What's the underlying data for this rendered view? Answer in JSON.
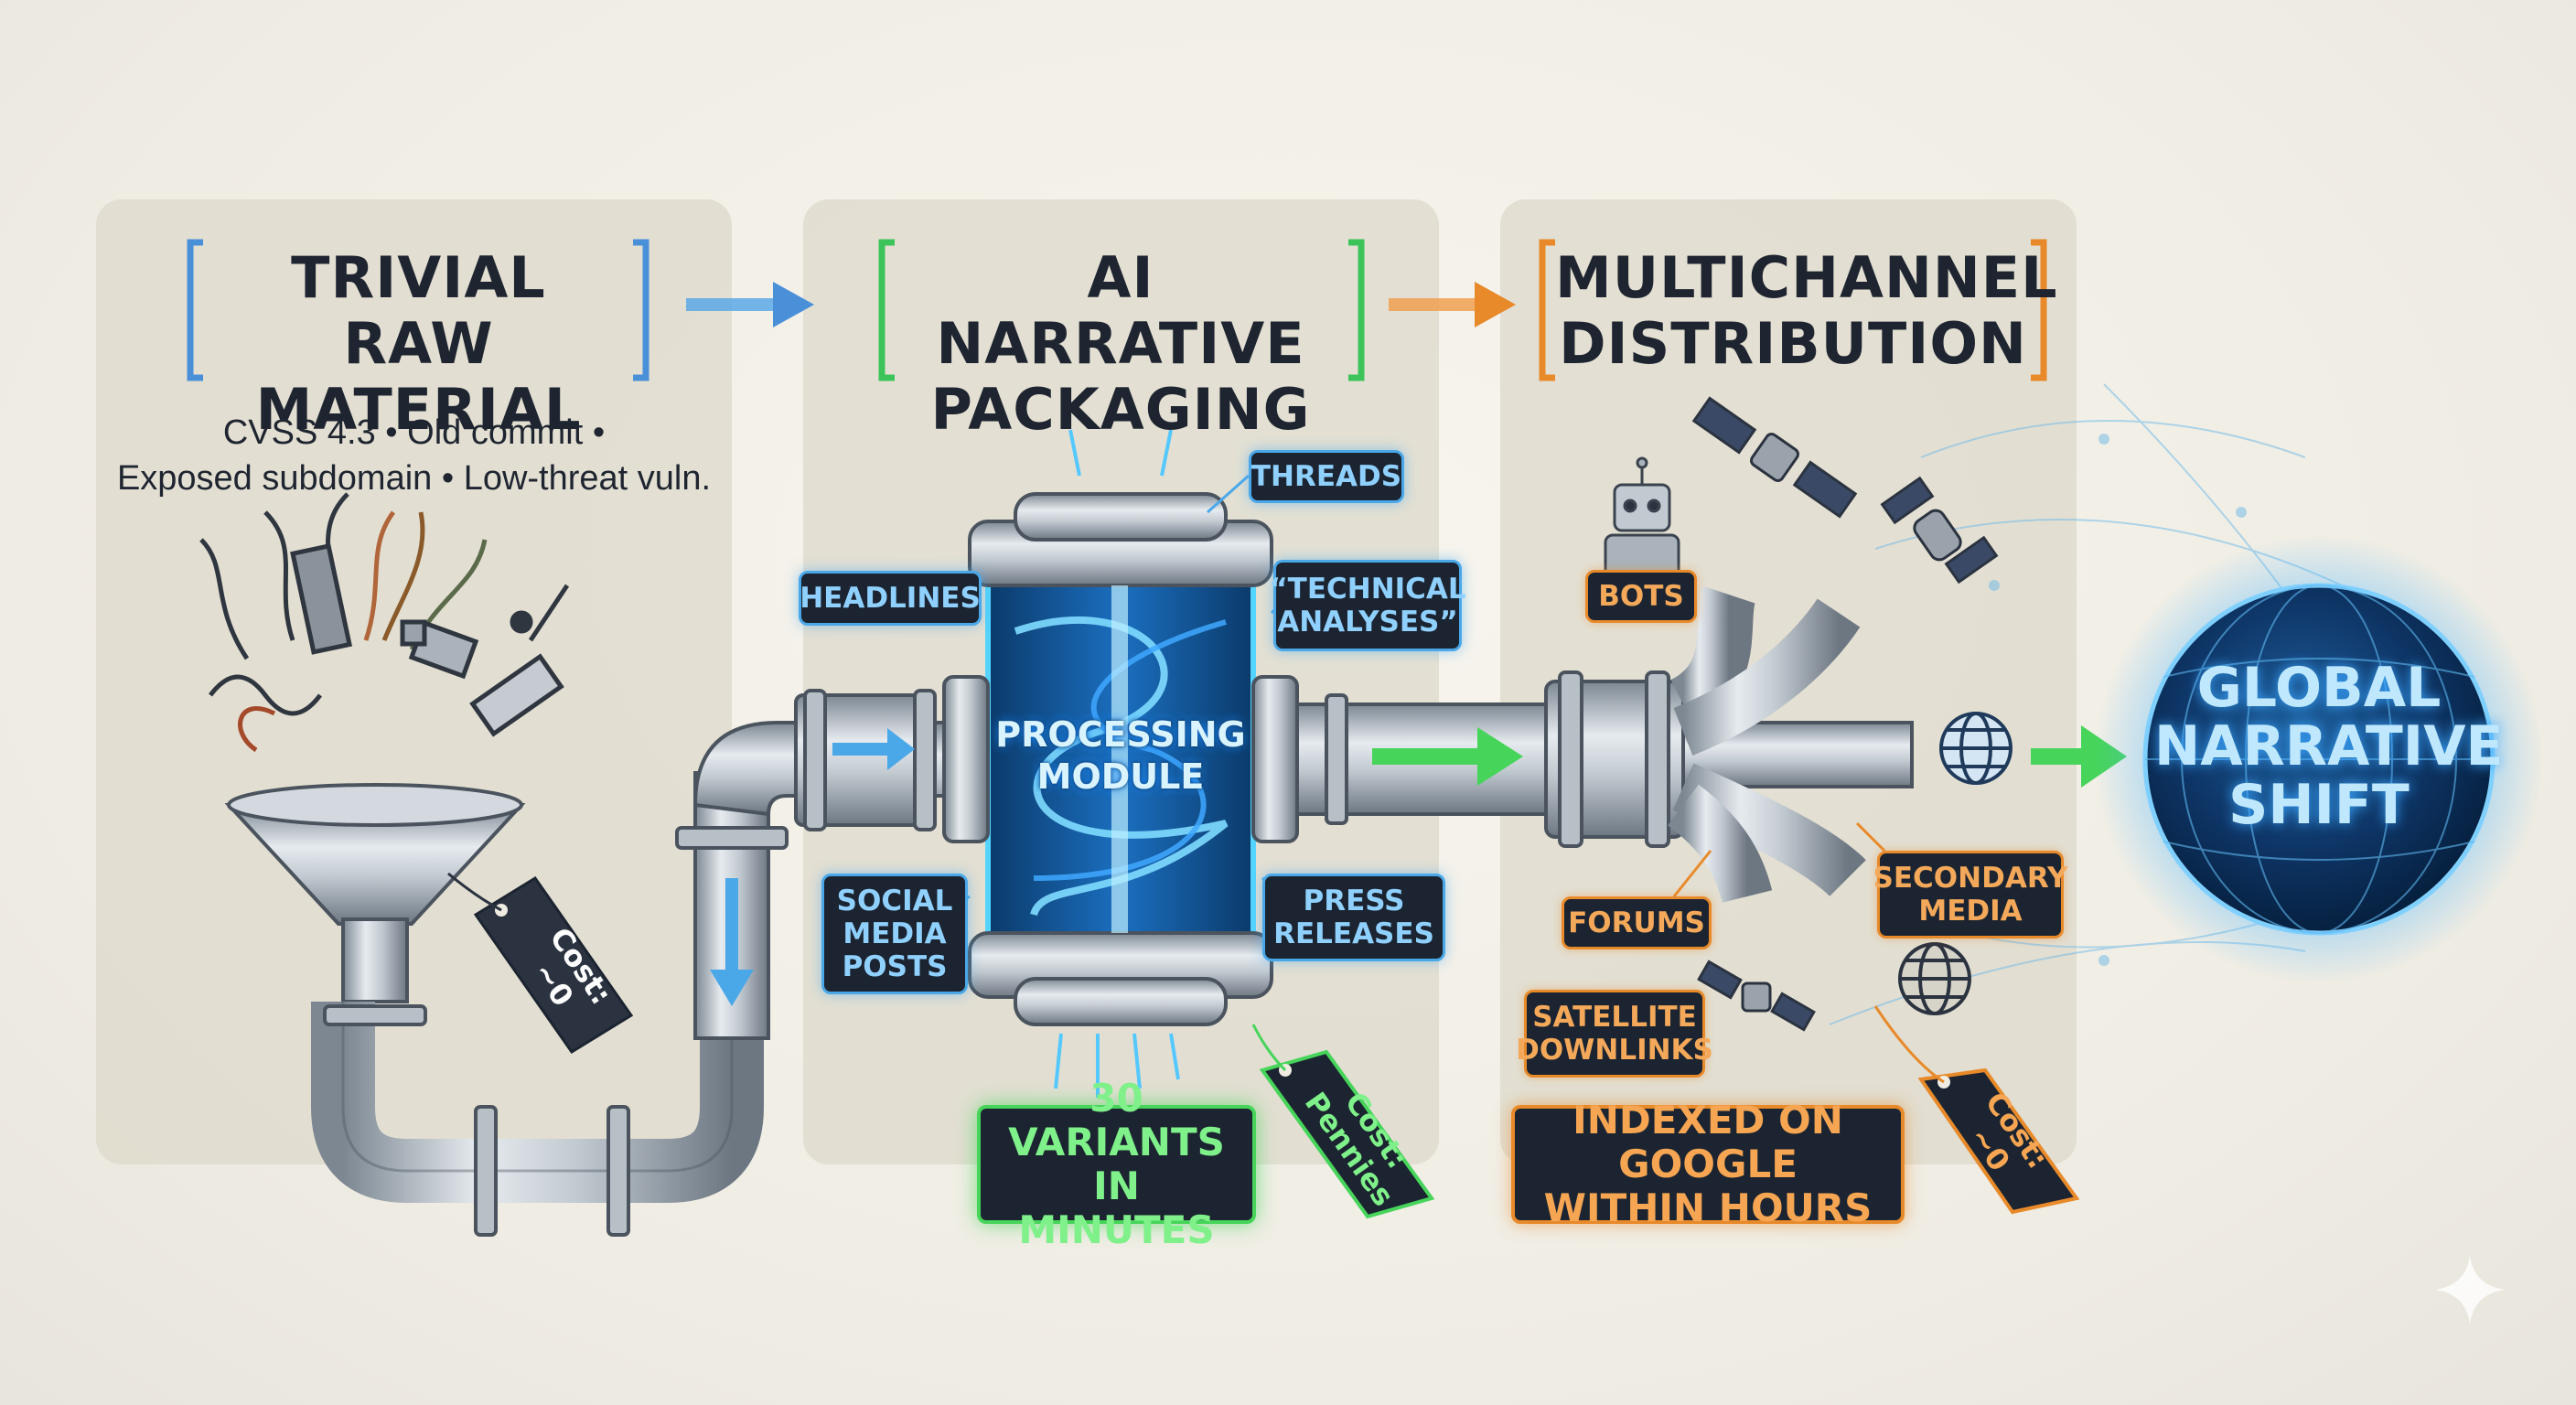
{
  "stages": [
    {
      "title_lines": [
        "TRIVIAL RAW",
        "MATERIAL"
      ],
      "subtitle_lines": [
        "CVSS 4.3 • Old commit •",
        "Exposed subdomain • Low-threat vuln."
      ],
      "accent": "#4a90d9"
    },
    {
      "title_lines": [
        "AI NARRATIVE",
        "PACKAGING"
      ],
      "accent": "#3cc45a"
    },
    {
      "title_lines": [
        "MULTICHANNEL",
        "DISTRIBUTION"
      ],
      "accent": "#e88a2a"
    }
  ],
  "processing_module": {
    "lines": [
      "PROCESSING",
      "MODULE"
    ]
  },
  "content_labels": {
    "threads": "THREADS",
    "headlines": "HEADLINES",
    "technical": [
      "“TECHNICAL",
      "ANALYSES”"
    ],
    "social": [
      "SOCIAL",
      "MEDIA",
      "POSTS"
    ],
    "press": [
      "PRESS",
      "RELEASES"
    ]
  },
  "channel_labels": {
    "bots": "BOTS",
    "forums": "FORUMS",
    "secondary": [
      "SECONDARY",
      "MEDIA"
    ],
    "satellite": [
      "SATELLITE",
      "DOWNLINKS"
    ]
  },
  "callouts": {
    "variants": [
      "30 VARIANTS",
      "IN MINUTES"
    ],
    "indexed": [
      "INDEXED ON GOOGLE",
      "WITHIN HOURS"
    ]
  },
  "cost_tags": [
    {
      "lines": [
        "Cost:",
        "~0"
      ],
      "color": "#2b3340"
    },
    {
      "lines": [
        "Cost:",
        "Pennies"
      ],
      "color": "#47d45a"
    },
    {
      "lines": [
        "Cost:",
        "~0"
      ],
      "color": "#e88a2a"
    }
  ],
  "globe": {
    "lines": [
      "GLOBAL",
      "NARRATIVE",
      "SHIFT"
    ]
  },
  "icons": [
    "bracket-icon",
    "arrow-right-icon",
    "funnel-icon",
    "pipe-icon",
    "robot-icon",
    "satellite-icon",
    "globe-icon",
    "price-tag-icon",
    "sparkle-icon"
  ]
}
